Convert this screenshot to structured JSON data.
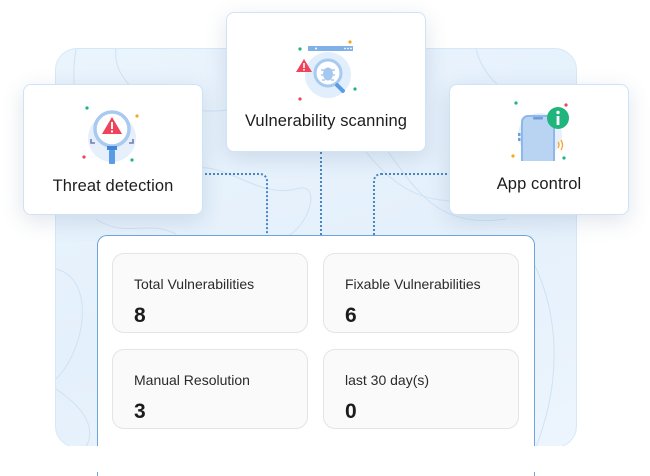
{
  "features": [
    {
      "id": "threat",
      "title": "Threat detection",
      "icon": "magnifier-alert-icon"
    },
    {
      "id": "vuln",
      "title": "Vulnerability scanning",
      "icon": "bug-scan-icon"
    },
    {
      "id": "app",
      "title": "App control",
      "icon": "phone-info-icon"
    }
  ],
  "dashboard": {
    "stats": [
      {
        "label": "Total Vulnerabilities",
        "value": "8"
      },
      {
        "label": "Fixable Vulnerabilities",
        "value": "6"
      },
      {
        "label": "Manual Resolution",
        "value": "3"
      },
      {
        "label": "last 30 day(s)",
        "value": "0"
      }
    ]
  },
  "colors": {
    "accent_blue": "#6ea3dc",
    "alert_red": "#f0435a",
    "info_green": "#1fb57c",
    "dot_orange": "#f5a623"
  }
}
